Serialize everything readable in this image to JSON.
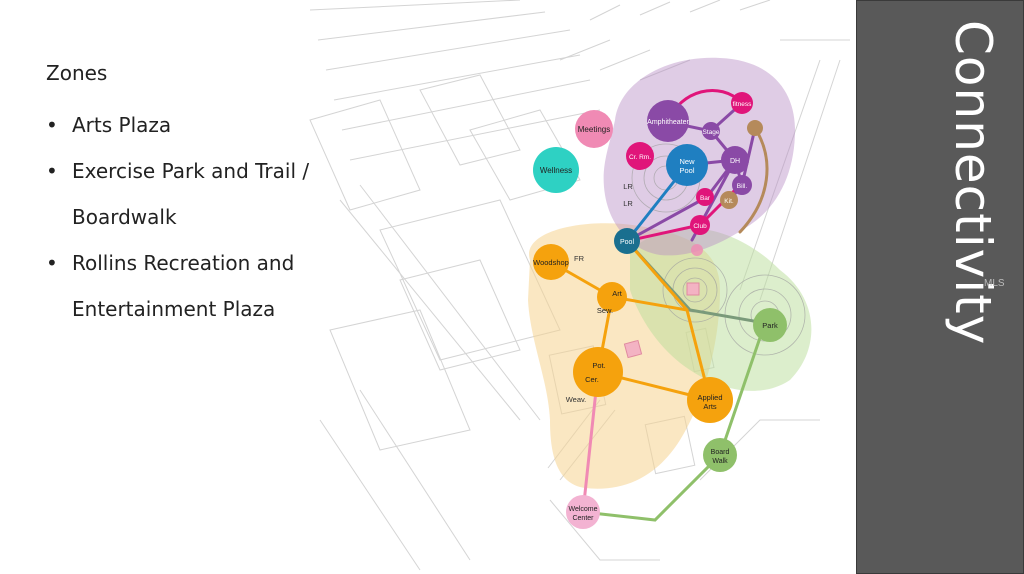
{
  "slide": {
    "title": "Connectivity",
    "watermark": "MLS"
  },
  "zones": {
    "heading": "Zones",
    "items": [
      {
        "lines": [
          "Arts Plaza"
        ]
      },
      {
        "lines": [
          "Exercise Park and Trail /",
          "Boardwalk"
        ]
      },
      {
        "lines": [
          "Rollins Recreation and",
          "Entertainment Plaza"
        ]
      }
    ]
  },
  "diagram": {
    "nodes": {
      "meetings": "Meetings",
      "wellness": "Wellness",
      "amphitheater": "Amphitheater",
      "fitness": "fitness",
      "stage": "Stage",
      "crafts": "Cr. Rm.",
      "new_pool_1": "New",
      "new_pool_2": "Pool",
      "dh": "DH",
      "bill": "Bill.",
      "bar": "Bar",
      "kit": "Kit.",
      "club": "Club",
      "lr1": "LR",
      "lr2": "LR",
      "pool": "Pool",
      "woodshop": "Woodshop",
      "fr": "FR",
      "art": "Art",
      "sew": "Sew.",
      "park": "Park",
      "pot": "Pot.",
      "cer": "Cer.",
      "weav": "Weav.",
      "applied_1": "Applied",
      "applied_2": "Arts",
      "board_1": "Board",
      "board_2": "Walk",
      "welcome_1": "Welcome",
      "welcome_2": "Center"
    },
    "colors": {
      "purple_zone": "#b98fc6",
      "orange_zone": "#f6d48f",
      "green_zone": "#b9dd9a",
      "magenta": "#e0157a",
      "purple": "#8a4aa6",
      "blue": "#1f7fc1",
      "teal": "#2ed1c3",
      "pink": "#f08ab4",
      "orange": "#f5a20d",
      "green": "#8fc06a",
      "brown": "#b58a5b",
      "welcome_pink": "#f3b3d2"
    }
  }
}
